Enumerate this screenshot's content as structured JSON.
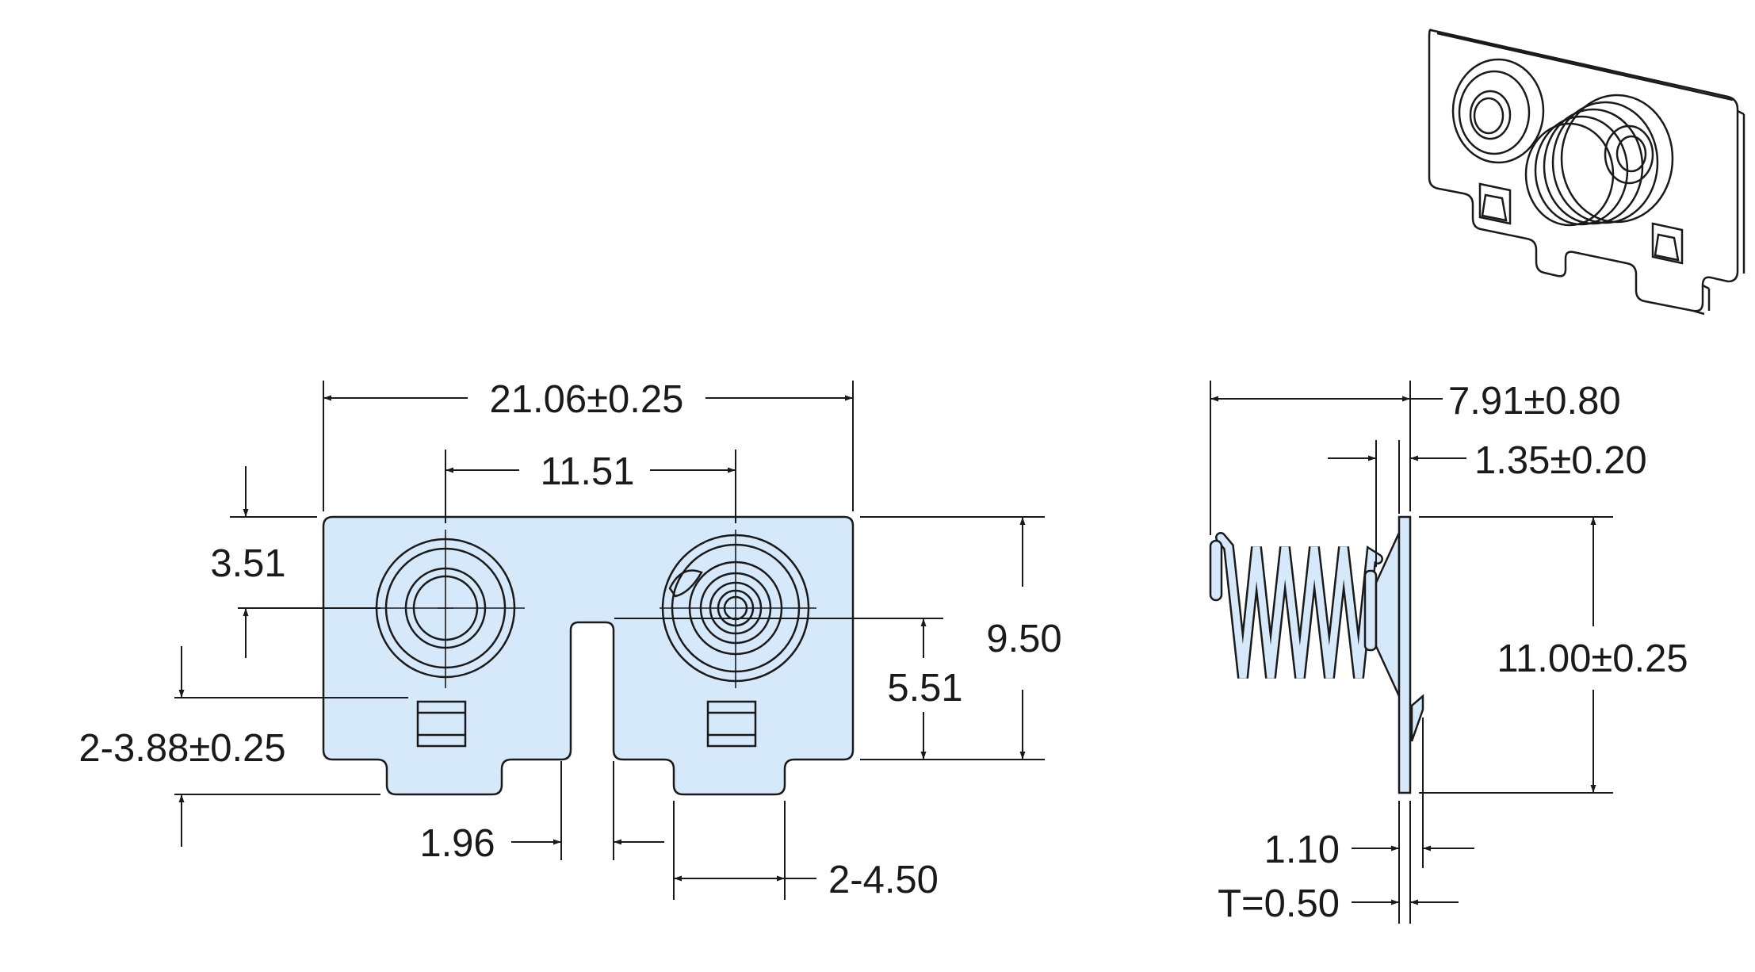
{
  "diagram": {
    "front_view": {
      "overall_width": "21.06±0.25",
      "contact_pitch": "11.51",
      "top_to_contact_center": "3.51",
      "overall_height": "9.50",
      "contact_center_to_bottom": "5.51",
      "tab_height": "2-3.88±0.25",
      "slot_width": "1.96",
      "tab_width": "2-4.50"
    },
    "side_view": {
      "spring_length": "7.91±0.80",
      "plate_offset": "1.35±0.20",
      "plate_height": "11.00±0.25",
      "tab_offset": "1.10",
      "thickness": "T=0.50"
    }
  }
}
